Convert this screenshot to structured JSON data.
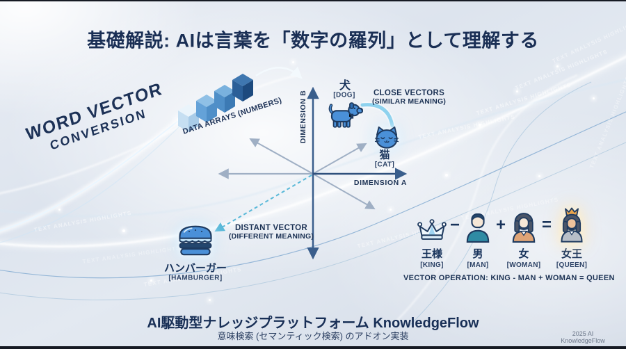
{
  "title": "基礎解説: AIは言葉を「数字の羅列」として理解する",
  "conversion_badge": {
    "line1": "WORD VECTOR",
    "line2": "CONVERSION"
  },
  "cubes": {
    "label": "DATA ARRAYS (NUMBERS)"
  },
  "axes": {
    "x_label": "DIMENSION A",
    "y_label": "DIMENSION B"
  },
  "close_vectors": {
    "line1": "CLOSE VECTORS",
    "line2": "(SIMILAR MEANING)"
  },
  "distant_vector": {
    "line1": "DISTANT VECTOR",
    "line2": "(DIFFERENT MEANING)"
  },
  "points": {
    "dog": {
      "jp": "犬",
      "en": "[DOG]"
    },
    "cat": {
      "jp": "猫",
      "en": "[CAT]"
    },
    "hamburger": {
      "jp": "ハンバーガー",
      "en": "[HAMBURGER]"
    }
  },
  "equation": {
    "items": [
      {
        "jp": "王様",
        "en": "[KING]"
      },
      {
        "jp": "男",
        "en": "[MAN]"
      },
      {
        "jp": "女",
        "en": "[WOMAN]"
      },
      {
        "jp": "女王",
        "en": "[QUEEN]"
      }
    ],
    "operators": [
      "−",
      "+",
      "="
    ],
    "caption": "VECTOR OPERATION: KING - MAN + WOMAN = QUEEN"
  },
  "footer": {
    "title": "AI駆動型ナレッジプラットフォーム KnowledgeFlow",
    "subtitle": "意味検索 (セマンティック検索) のアドオン実装",
    "credit": "2025 AI KnowledgeFlow"
  },
  "watermark": {
    "text": "TEXT ANALYSIS HIGHLIGHTS"
  },
  "colors": {
    "title_navy": "#1a2f55",
    "icon_blue": "#4a90d8",
    "icon_outline": "#1e3a5f",
    "axis_navy": "#3a5e8c",
    "arrow_gray": "#9fafc4",
    "dashed_teal": "#58b8d8",
    "man_shirt": "#2f8ba4",
    "woman_shirt": "#dfa476",
    "queen_dress": "#b8bfc8",
    "queen_crown": "#e8a44c"
  }
}
